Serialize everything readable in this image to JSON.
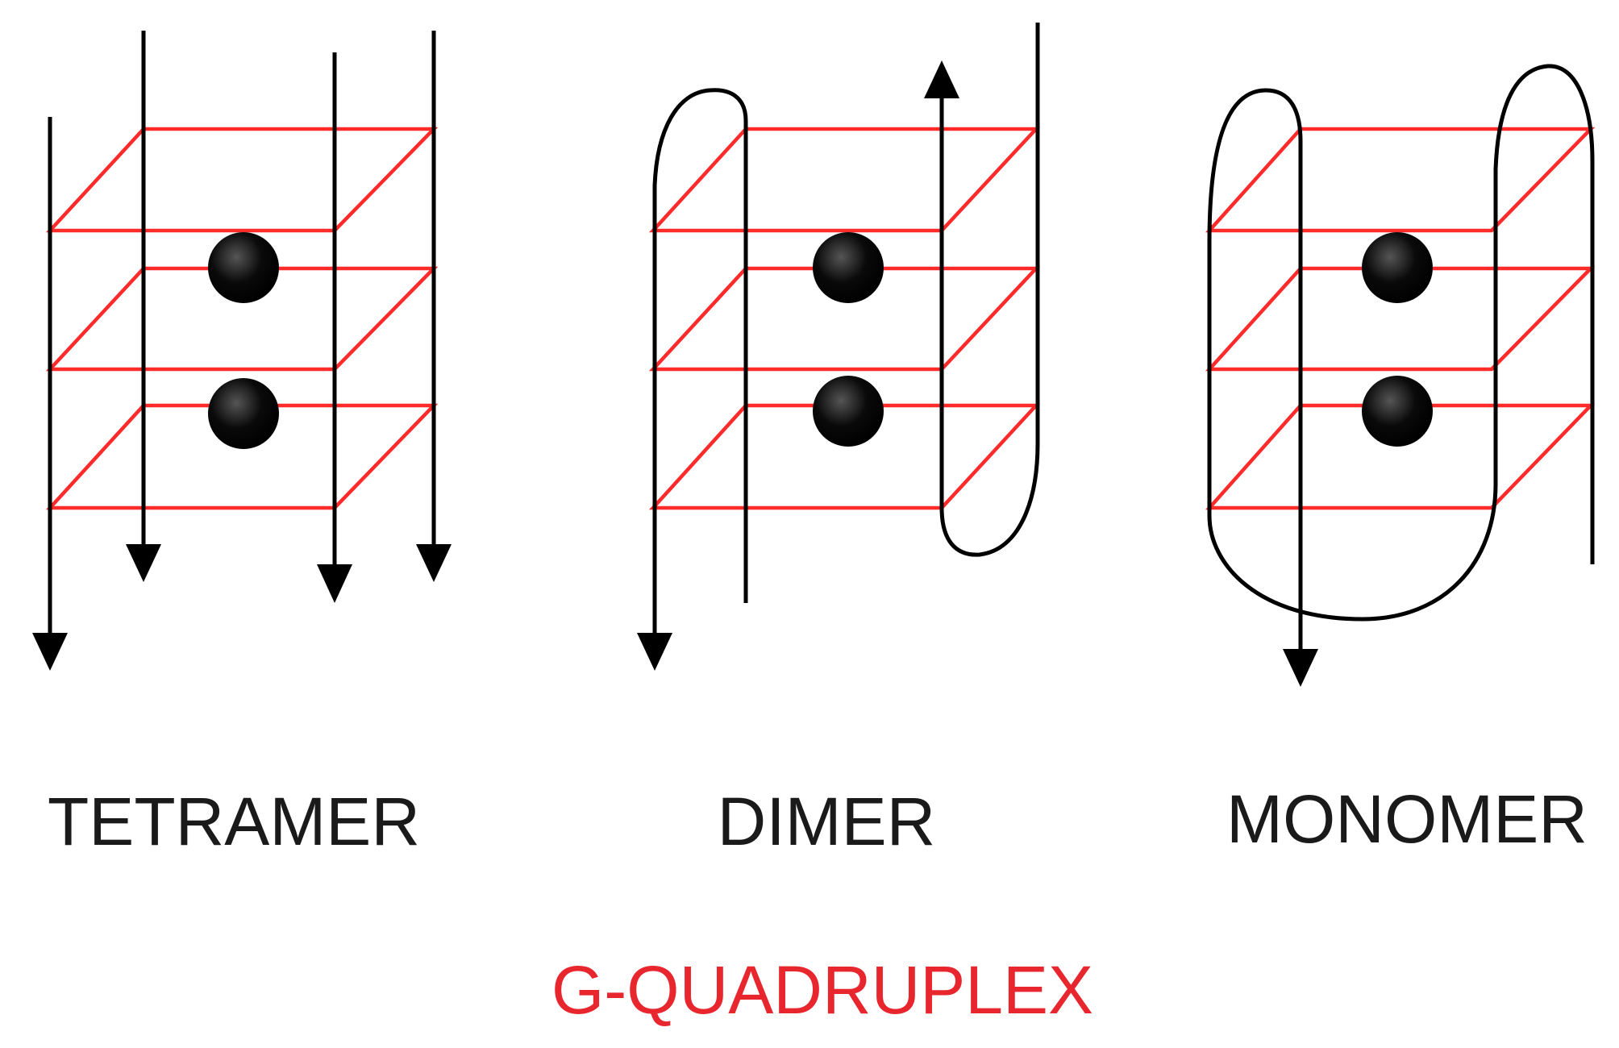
{
  "diagrams": [
    {
      "key": "tetramer",
      "label": "TETRAMER"
    },
    {
      "key": "dimer",
      "label": "DIMER"
    },
    {
      "key": "monomer",
      "label": "MONOMER"
    }
  ],
  "title": "G-QUADRUPLEX",
  "colors": {
    "quartet_plate": "#ff2a2a",
    "strand": "#000000",
    "ion": "#000000",
    "title": "#e8262e",
    "label": "#1a1a1a"
  }
}
